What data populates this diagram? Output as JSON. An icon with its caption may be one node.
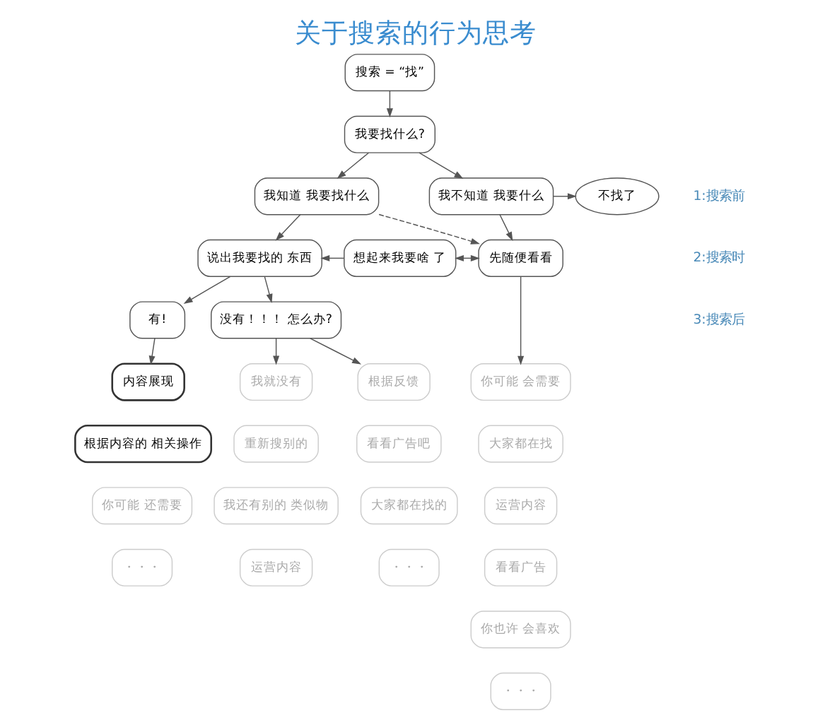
{
  "diagram": {
    "title": "关于搜索的行为思考",
    "nodes": [
      {
        "text": [
          "搜索 = “找”"
        ]
      },
      {
        "text": [
          "我要找什么?"
        ]
      },
      {
        "text": [
          "我知道 我要找什么"
        ]
      },
      {
        "text": [
          "我不知道 我要什么"
        ]
      },
      {
        "text": [
          "不找了"
        ]
      },
      {
        "text": [
          "说出我要找的 东西"
        ]
      },
      {
        "text": [
          "想起来我要啥 了"
        ]
      },
      {
        "text": [
          "先随便看看"
        ]
      },
      {
        "text": [
          "有!"
        ]
      },
      {
        "text": [
          "没有！！！ 怎么办?"
        ]
      },
      {
        "text": [
          "内容展现"
        ]
      },
      {
        "text": [
          "根据内容的 相关操作"
        ]
      },
      {
        "text": [
          "你可能 还需要"
        ]
      },
      {
        "text": [
          "・・・"
        ]
      },
      {
        "text": [
          "我就没有"
        ]
      },
      {
        "text": [
          "重新搜别的"
        ]
      },
      {
        "text": [
          "我还有别的 类似物"
        ]
      },
      {
        "text": [
          "运营内容"
        ]
      },
      {
        "text": [
          "根据反馈"
        ]
      },
      {
        "text": [
          "看看广告吧"
        ]
      },
      {
        "text": [
          "大家都在找的"
        ]
      },
      {
        "text": [
          "・・・"
        ]
      },
      {
        "text": [
          "你可能 会需要"
        ]
      },
      {
        "text": [
          "大家都在找"
        ]
      },
      {
        "text": [
          "运营内容"
        ]
      },
      {
        "text": [
          "看看广告"
        ]
      },
      {
        "text": [
          "你也许 会喜欢"
        ]
      },
      {
        "text": [
          "・・・"
        ]
      }
    ],
    "edges": [
      {
        "from": 0,
        "to": 1,
        "arrow": "to"
      },
      {
        "from": 1,
        "to": 2,
        "arrow": "to"
      },
      {
        "from": 1,
        "to": 3,
        "arrow": "to"
      },
      {
        "from": 3,
        "to": 4,
        "arrow": "to"
      },
      {
        "from": 2,
        "to": 5,
        "arrow": "to"
      },
      {
        "from": 2,
        "to": 7,
        "arrow": "to",
        "style": "dashed"
      },
      {
        "from": 3,
        "to": 7,
        "arrow": "to"
      },
      {
        "from": 6,
        "to": 5,
        "arrow": "to"
      },
      {
        "from": 6,
        "to": 7,
        "arrow": "both"
      },
      {
        "from": 5,
        "to": 8,
        "arrow": "to"
      },
      {
        "from": 5,
        "to": 9,
        "arrow": "to"
      },
      {
        "from": 8,
        "to": 10,
        "arrow": "to"
      },
      {
        "from": 9,
        "to": 14,
        "arrow": "to"
      },
      {
        "from": 9,
        "to": 18,
        "arrow": "to"
      },
      {
        "from": 7,
        "to": 22,
        "arrow": "to"
      }
    ],
    "labels": [
      "1:搜索前",
      "2:搜索时",
      "3:搜索后"
    ]
  }
}
